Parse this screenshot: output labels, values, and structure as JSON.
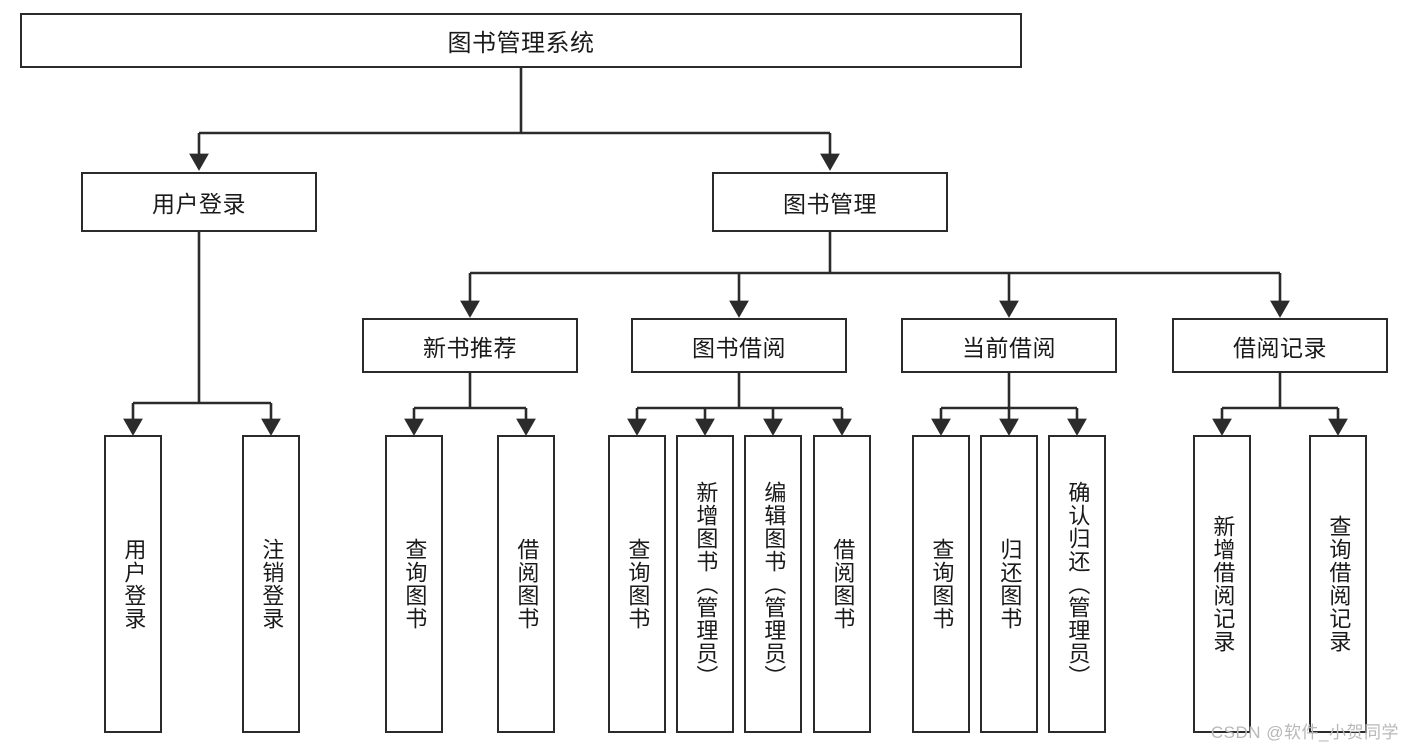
{
  "diagram": {
    "title": "图书管理系统",
    "type": "tree-hierarchy-chart",
    "watermark": "CSDN @软件_小贺同学",
    "colors": {
      "stroke": "#2b2b2b",
      "fill": "#ffffff",
      "text": "#1a1a1a",
      "watermark": "#b8b8b8"
    },
    "levels": {
      "root": {
        "label": "图书管理系统"
      },
      "level2": [
        {
          "label": "用户登录"
        },
        {
          "label": "图书管理"
        }
      ],
      "level3": [
        {
          "label": "新书推荐"
        },
        {
          "label": "图书借阅"
        },
        {
          "label": "当前借阅"
        },
        {
          "label": "借阅记录"
        }
      ],
      "leaves": {
        "user_login": [
          {
            "label": "用户登录"
          },
          {
            "label": "注销登录"
          }
        ],
        "new_book_recommend": [
          {
            "label": "查询图书"
          },
          {
            "label": "借阅图书"
          }
        ],
        "book_borrow": [
          {
            "label": "查询图书"
          },
          {
            "label": "新增图书（管理员）"
          },
          {
            "label": "编辑图书（管理员）"
          },
          {
            "label": "借阅图书"
          }
        ],
        "current_borrow": [
          {
            "label": "查询图书"
          },
          {
            "label": "归还图书"
          },
          {
            "label": "确认归还（管理员）"
          }
        ],
        "borrow_record": [
          {
            "label": "新增借阅记录"
          },
          {
            "label": "查询借阅记录"
          }
        ]
      }
    }
  }
}
